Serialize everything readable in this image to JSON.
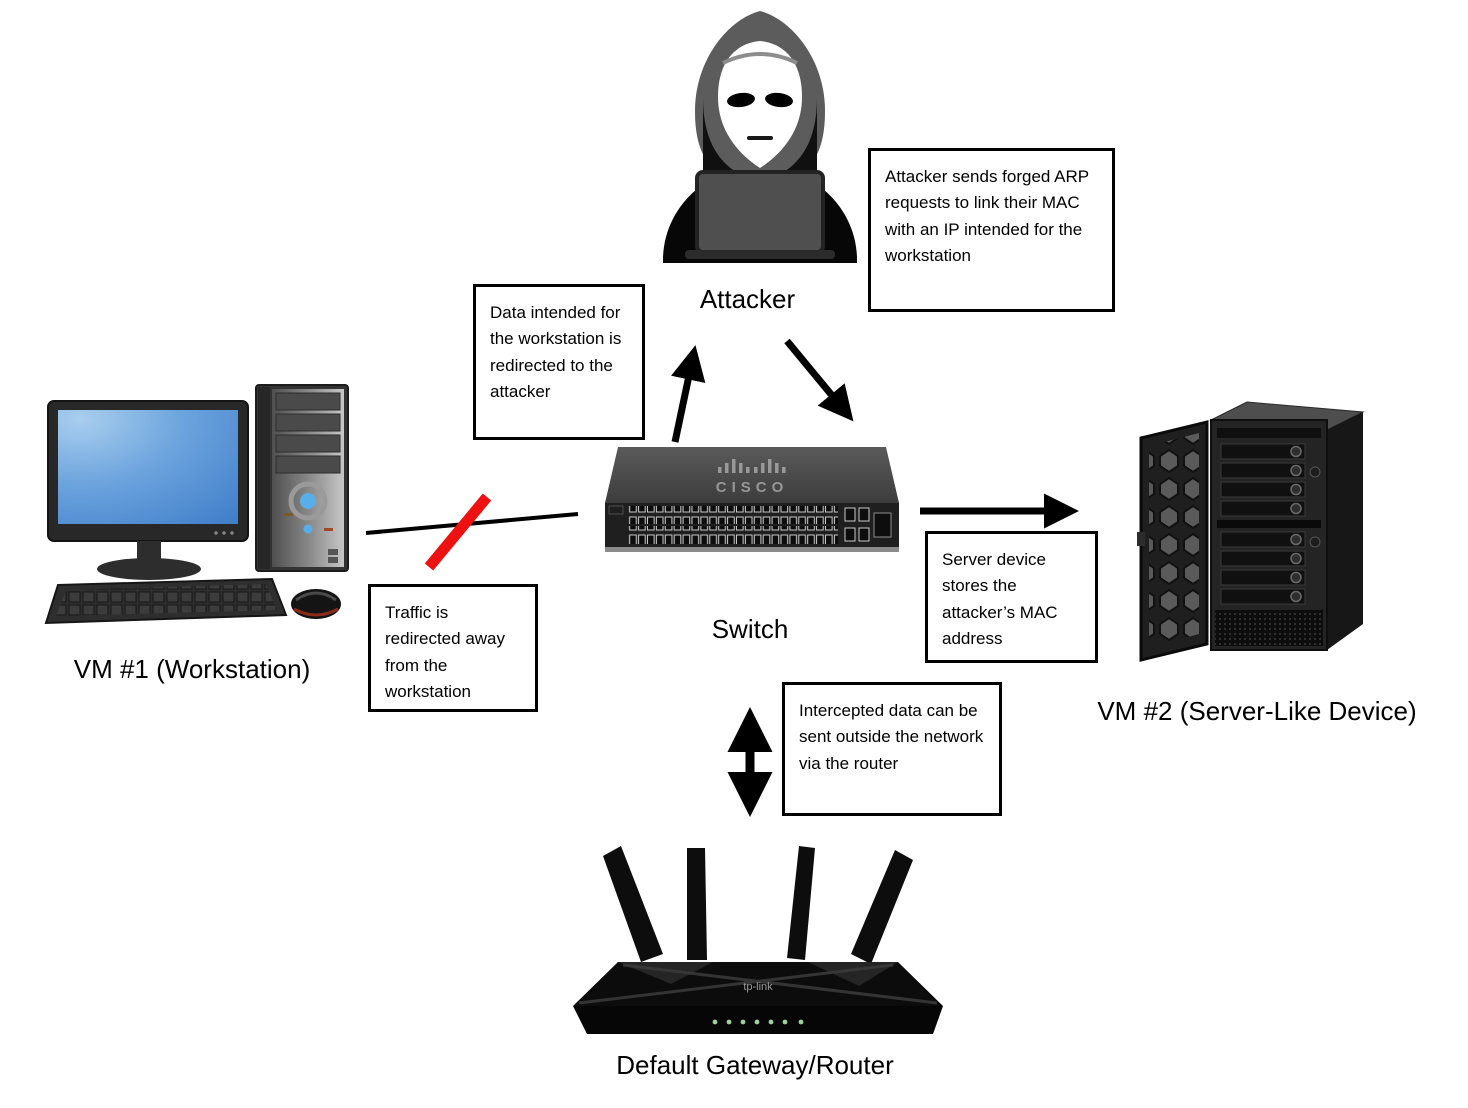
{
  "nodes": {
    "attacker": {
      "label": "Attacker"
    },
    "switch": {
      "label": "Switch",
      "brand": "CISCO"
    },
    "workstation": {
      "label": "VM #1 (Workstation)"
    },
    "server": {
      "label": "VM #2 (Server-Like Device)"
    },
    "router": {
      "label": "Default Gateway/Router",
      "brand": "tp-link"
    }
  },
  "annotations": {
    "forged_arp": "Attacker sends forged ARP requests to link their MAC with an IP intended for the workstation",
    "data_redirected": "Data intended for the workstation is redirected to the attacker",
    "traffic_redirected": "Traffic is redirected away from the workstation",
    "server_stores_mac": "Server device stores the attacker’s MAC address",
    "intercepted_data": "Intercepted data can be sent outside the network via the router"
  },
  "colors": {
    "arrow": "#000000",
    "blocked_link_slash": "#ee1111",
    "box_border": "#000000",
    "background": "#ffffff",
    "screen_blue": "#5b9bd5"
  }
}
